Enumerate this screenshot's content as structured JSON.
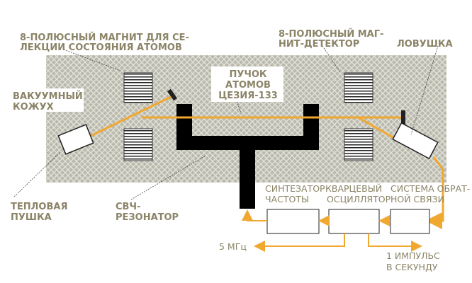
{
  "labels": {
    "selection_magnet": [
      "8-ПОЛЮСНЫЙ МАГНИТ ДЛЯ СЕ-",
      "ЛЕКЦИИ СОСТОЯНИЯ АТОМОВ"
    ],
    "detector_magnet": [
      "8-ПОЛЮСНЫЙ МАГ-",
      "НИТ-ДЕТЕКТОР"
    ],
    "trap": "ЛОВУШКА",
    "vacuum": [
      "ВАКУУМНЫЙ",
      "КОЖУХ"
    ],
    "beam": [
      "ПУЧОК",
      "АТОМОВ",
      "ЦЕЗИЯ-133"
    ],
    "oven": [
      "ТЕПЛОВАЯ",
      "ПУШКА"
    ],
    "resonator": [
      "СВЧ-",
      "РЕЗОНАТОР"
    ],
    "synthesizer": [
      "СИНТЕЗАТОР",
      "ЧАСТОТЫ"
    ],
    "oscillator": [
      "КВАРЦЕВЫЙ",
      "ОСЦИЛЛЯТОР"
    ],
    "feedback": [
      "СИСТЕМА ОБРАТ-",
      "НОЙ СВЯЗИ"
    ],
    "output_freq": "5 МГц",
    "output_pulse": [
      "1 ИМПУЛЬС",
      "В СЕКУНДУ"
    ]
  },
  "colors": {
    "beam": "#f0a830",
    "label": "#8b8468",
    "panel": "#b9b9ad"
  }
}
